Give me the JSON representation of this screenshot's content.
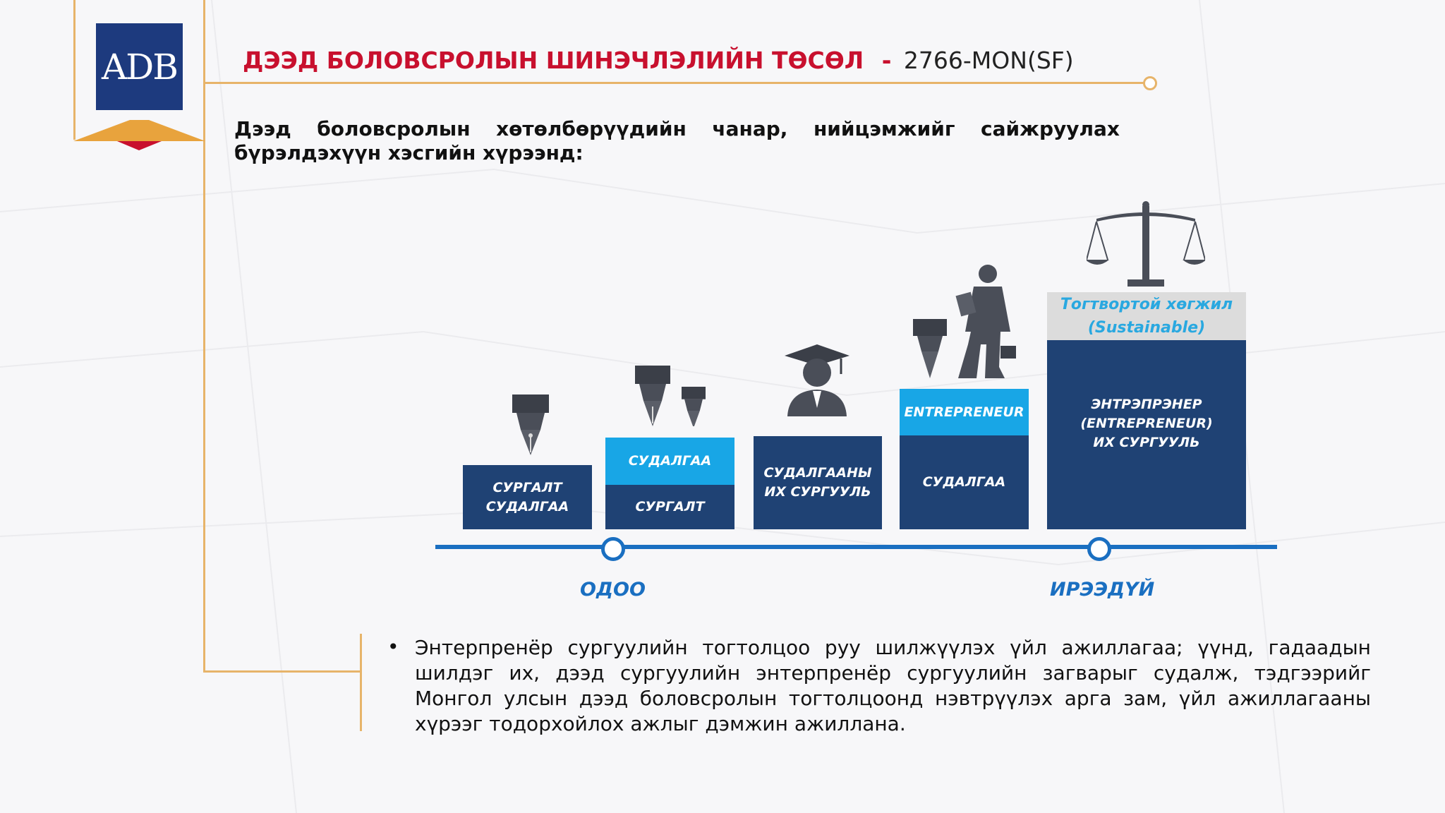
{
  "logo": {
    "text": "ADB"
  },
  "header": {
    "title": "ДЭЭД БОЛОВСРОЛЫН ШИНЭЧЛЭЛИЙН ТӨСӨЛ",
    "separator": "-",
    "code": "2766-MON(SF)"
  },
  "subtitle": {
    "line1": "Дээд боловсролын хөтөлбөрүүдийн чанар, нийцэмжийг сайжруулах",
    "line2": "бүрэлдэхүүн хэсгийн хүрээнд:"
  },
  "diagram": {
    "steps": [
      {
        "blocks": [
          "СУРГАЛТ\nСУДАЛГАА"
        ],
        "icon": "pen-nib-icon"
      },
      {
        "blocks": [
          "СУДАЛГАА",
          "СУРГАЛТ"
        ],
        "icon": "two-pen-nibs-icon"
      },
      {
        "blocks": [
          "СУДАЛГААНЫ\nИХ СУРГУУЛЬ"
        ],
        "icon": "graduate-icon"
      },
      {
        "blocks": [
          "ENTREPRENEUR",
          "СУДАЛГАА"
        ],
        "icon": "pen-and-businessman-icon"
      },
      {
        "blocks": [
          "Тогтвортой хөгжил\n(Sustainable)",
          "ЭНТРЭПРЭНЕР\n(ENTREPRENEUR)\nИХ СУРГУУЛЬ"
        ],
        "icon": "scales-of-justice-icon"
      }
    ],
    "timeline": {
      "start_label": "ОДОО",
      "end_label": "ИРЭЭДҮЙ"
    }
  },
  "bullet": {
    "text": "Энтерпренёр сургуулийн тогтолцоо руу шилжүүлэх үйл ажиллагаа; үүнд, гадаадын шилдэг их, дээд сургуулийн энтерпренёр сургуулийн загварыг судалж, тэдгээрийг Монгол улсын дээд боловсролын тогтолцоонд нэвтрүүлэх арга зам, үйл ажиллагааны хүрээг тодорхойлох ажлыг дэмжин ажиллана."
  },
  "colors": {
    "dark_block": "#1f4274",
    "light_block": "#18a6e6",
    "title_red": "#c8102e",
    "gold": "#e7b46a",
    "timeline": "#1a6fc1"
  }
}
